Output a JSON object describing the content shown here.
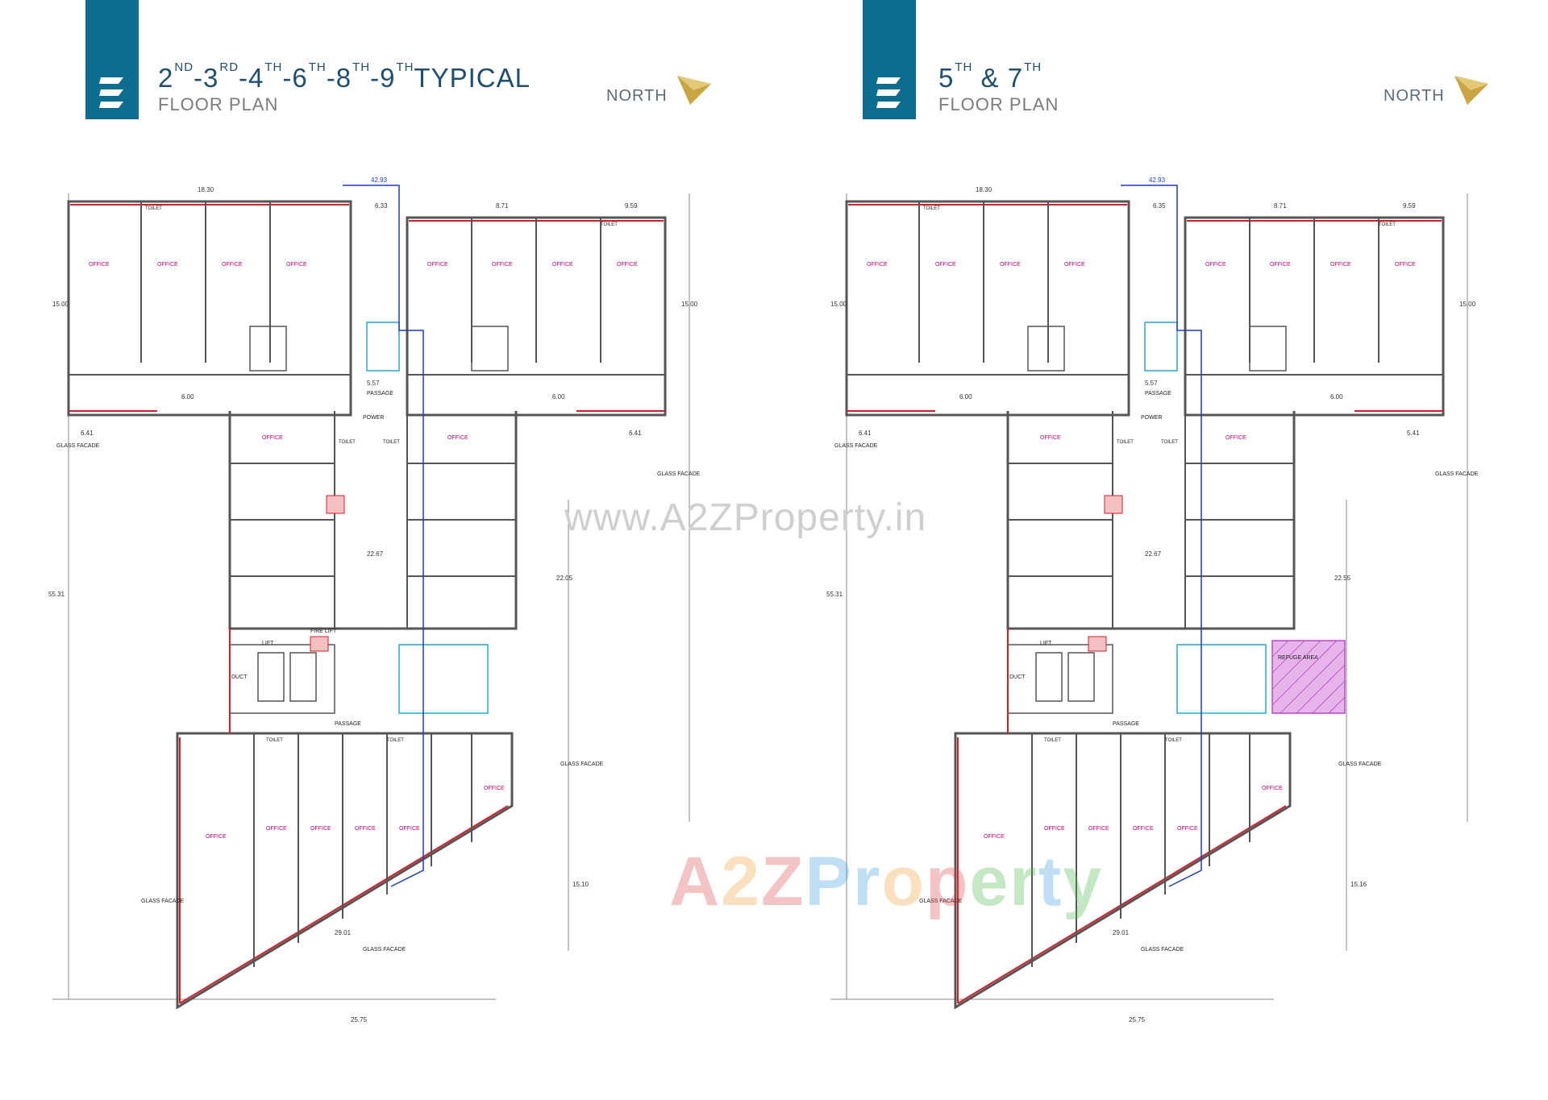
{
  "plans": [
    {
      "title_parts": [
        {
          "base": "2",
          "sup": "ND"
        },
        {
          "base": "-3",
          "sup": "RD"
        },
        {
          "base": "-4",
          "sup": "TH"
        },
        {
          "base": "-6",
          "sup": "TH"
        },
        {
          "base": "-8",
          "sup": "TH"
        },
        {
          "base": "-9",
          "sup": "TH"
        }
      ],
      "title_tail": "TYPICAL",
      "subtitle": "FLOOR PLAN",
      "north_label": "NORTH",
      "dims": {
        "overall_top": "42.93",
        "top_left": "18.30",
        "top_mid": "6.33",
        "top_right_mid": "8.71",
        "top_right": "9.59",
        "left_height": "15.00",
        "right_height": "15.00",
        "total_height": "55.31",
        "bottom_width": "25.75",
        "diag": "29.01",
        "right_lower": "15.10",
        "core_width": "22.67",
        "core_right": "22.05",
        "passage_width": "5.57",
        "lobby_a": "6.00",
        "lobby_b": "6.00",
        "left_wing": "6.41",
        "right_wing": "6.41"
      },
      "labels": {
        "glass_facade": "GLASS FACADE",
        "passage": "PASSAGE",
        "office": "OFFICE",
        "toilet": "TOILET",
        "lift": "LIFT",
        "duct": "DUCT",
        "power": "POWER",
        "fire_lift": "FIRE LIFT"
      }
    },
    {
      "title_parts": [
        {
          "base": "5",
          "sup": "TH"
        },
        {
          "base": " & 7",
          "sup": "TH"
        }
      ],
      "title_tail": "",
      "subtitle": "FLOOR PLAN",
      "north_label": "NORTH",
      "dims": {
        "overall_top": "42.93",
        "top_left": "18.30",
        "top_mid": "6.35",
        "top_right_mid": "8.71",
        "top_right": "9.59",
        "left_height": "15.00",
        "right_height": "15.00",
        "total_height": "55.31",
        "bottom_width": "25.75",
        "diag": "29.01",
        "right_lower": "15.16",
        "core_width": "22.67",
        "core_right": "22.55",
        "passage_width": "5.57",
        "lobby_a": "6.00",
        "lobby_b": "6.00",
        "left_wing": "6.41",
        "right_wing": "5.41"
      },
      "labels": {
        "glass_facade": "GLASS FACADE",
        "passage": "PASSAGE",
        "office": "OFFICE",
        "toilet": "TOILET",
        "lift": "LIFT",
        "duct": "DUCT",
        "power": "POWER",
        "refuge": "REFUGE AREA"
      }
    }
  ],
  "watermark_url": "www.A2ZProperty.in",
  "brand_watermark": [
    "A",
    "2",
    "Z",
    " ",
    "P",
    "r",
    "o",
    "p",
    "e",
    "r",
    "t",
    "y"
  ],
  "colors": {
    "brand_blue": "#0d6d8f",
    "title": "#1f4f6e",
    "wall_red": "#d0202a",
    "wall_gray": "#555555",
    "dim_blue": "#1f3fb5",
    "office_text": "#c0007a",
    "north_arrow": "#c9a544"
  }
}
